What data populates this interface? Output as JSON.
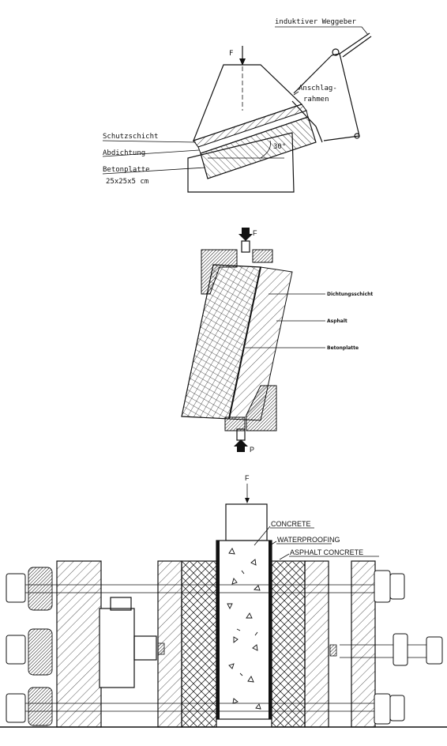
{
  "figure_top": {
    "force_label": "F",
    "sensor_label": "induktiver Weggeber",
    "frame_label_1": "Anschlag-",
    "frame_label_2": "rahmen",
    "protective_layer_label": "Schutzschicht",
    "sealing_label": "Abdichtung",
    "slab_label": "Betonplatte",
    "slab_dims": "25x25x5 cm",
    "angle_label": "30°"
  },
  "figure_middle": {
    "force_top": "F",
    "force_bottom": "P",
    "sealing_layer_label": "Dichtungsschicht",
    "asphalt_label": "Asphalt",
    "slab_label": "Betonplatte"
  },
  "figure_bottom": {
    "force_label": "F",
    "concrete_label": "CONCRETE",
    "waterproofing_label": "WATERPROOFING",
    "asphalt_concrete_label": "ASPHALT CONCRETE"
  }
}
